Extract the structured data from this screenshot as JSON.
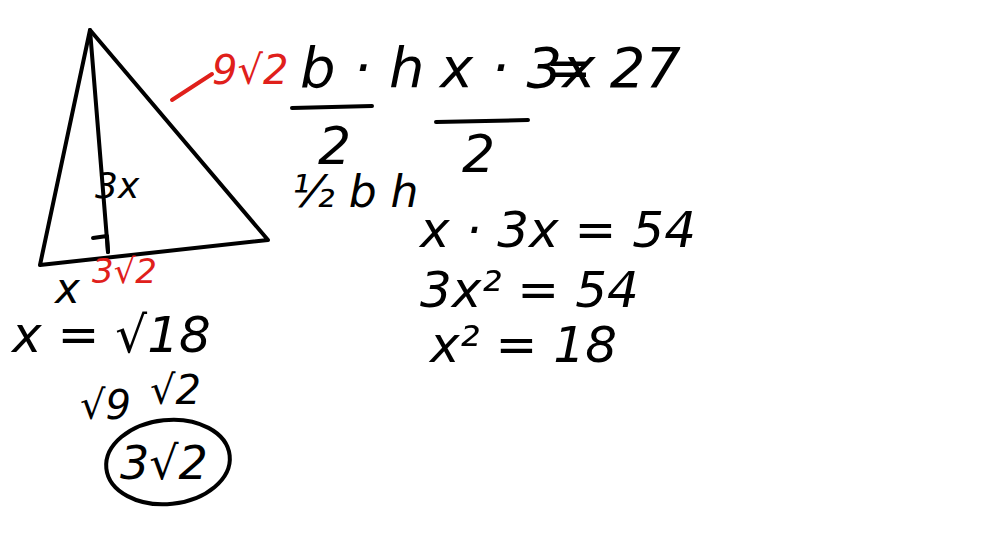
{
  "diagram": {
    "labels": [
      "b · h",
      "2",
      "x · 3x",
      "2",
      "= 27",
      "½ b h",
      "x · 3x = 54",
      "3x² = 54",
      "x² = 18",
      "x = √18",
      "√9",
      "√2",
      "3√2",
      "3x",
      "x",
      "9√2",
      "3√2"
    ]
  }
}
